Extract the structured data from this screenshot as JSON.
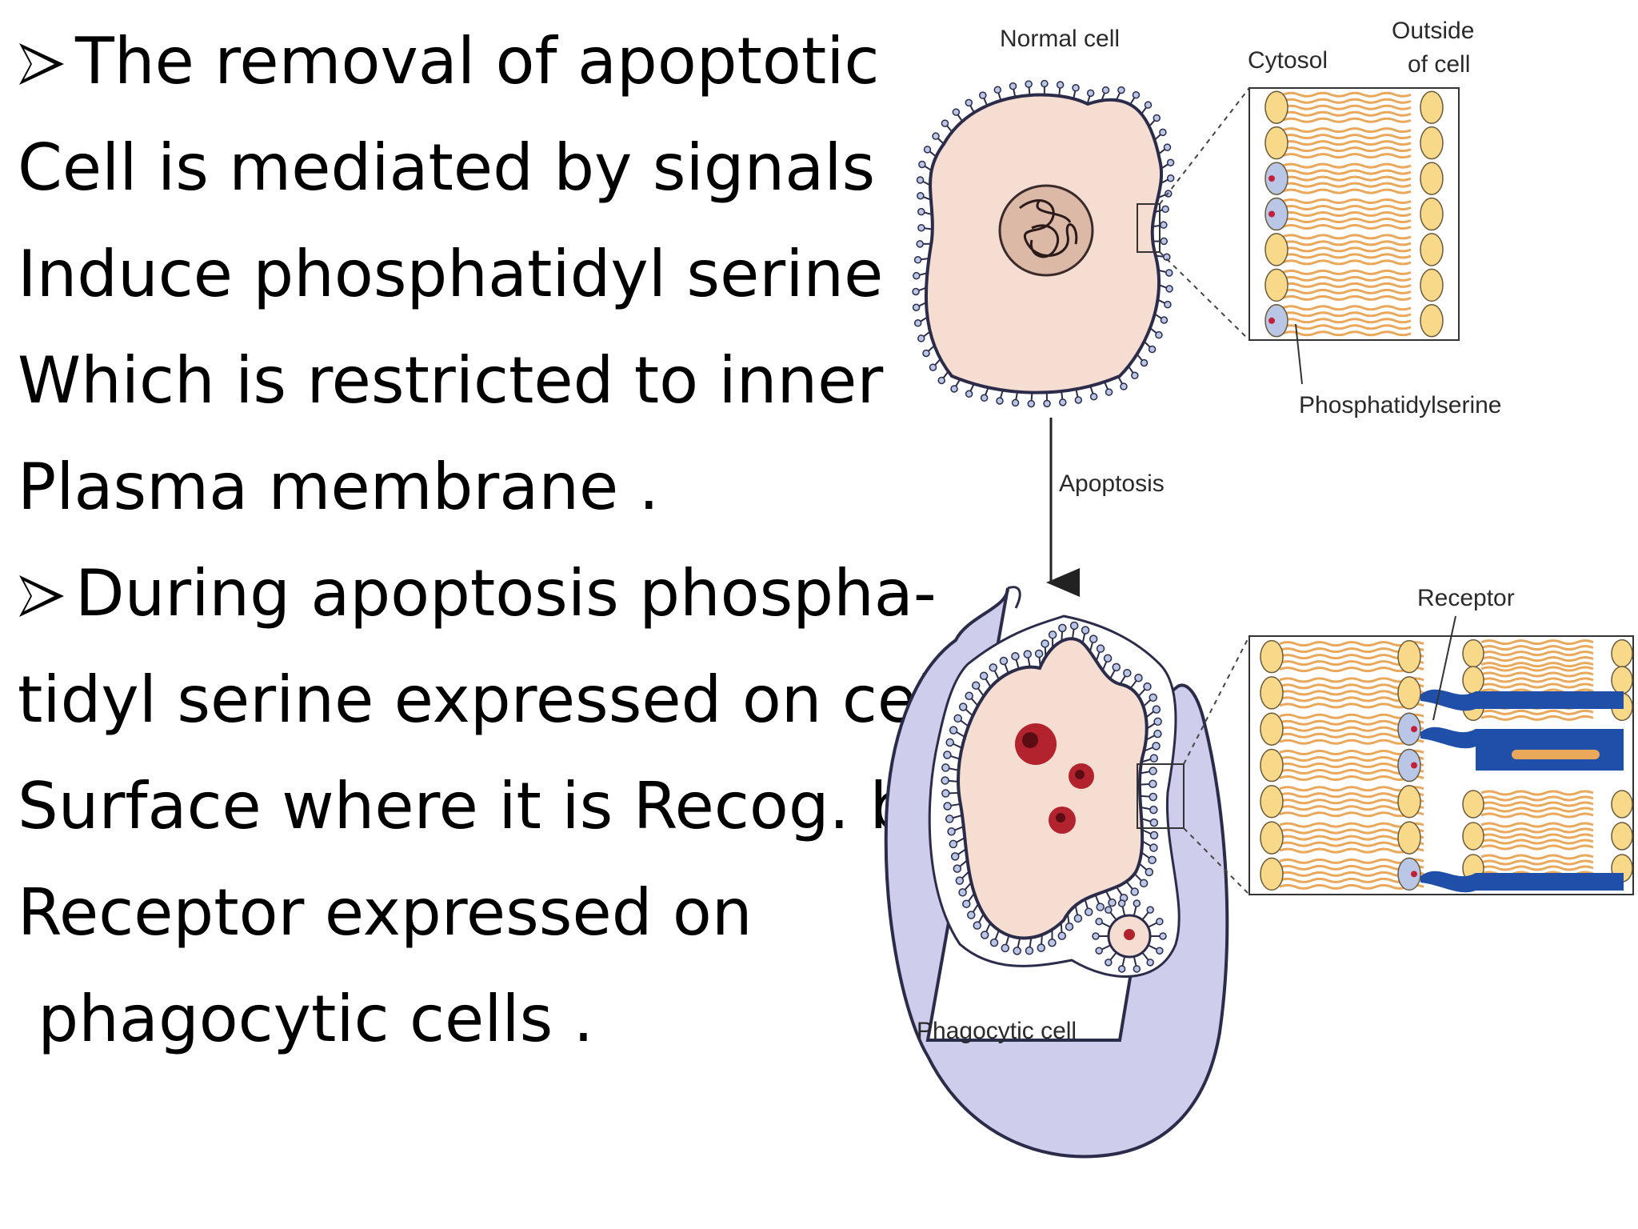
{
  "text": {
    "lines": [
      "The removal of apoptotic",
      "Cell is mediated by signals",
      "Induce phosphatidyl serine",
      "Which is restricted to inner",
      "Plasma membrane .",
      "During apoptosis phospha-",
      "tidyl serine expressed on cell",
      "Surface where it is Recog. by",
      "Receptor expressed on",
      " phagocytic cells ."
    ]
  },
  "figure": {
    "labels": {
      "normal_cell": "Normal cell",
      "cytosol": "Cytosol",
      "outside_line1": "Outside",
      "outside_line2": "of cell",
      "phosphatidylserine": "Phosphatidylserine",
      "apoptosis": "Apoptosis",
      "receptor": "Receptor",
      "phagocytic_cell": "Phagocytic cell"
    },
    "colors": {
      "cytoplasm": "#f6ddd2",
      "membrane_dark": "#2b2b4a",
      "lipid_head": "#f8d98a",
      "lipid_tail": "#e9a85a",
      "ps_head": "#b9c6e6",
      "ps_dot": "#c0203a",
      "phagocyte": "#cfcdec",
      "receptor": "#1f4fa8",
      "apoptotic_body": "#b3232e"
    }
  }
}
